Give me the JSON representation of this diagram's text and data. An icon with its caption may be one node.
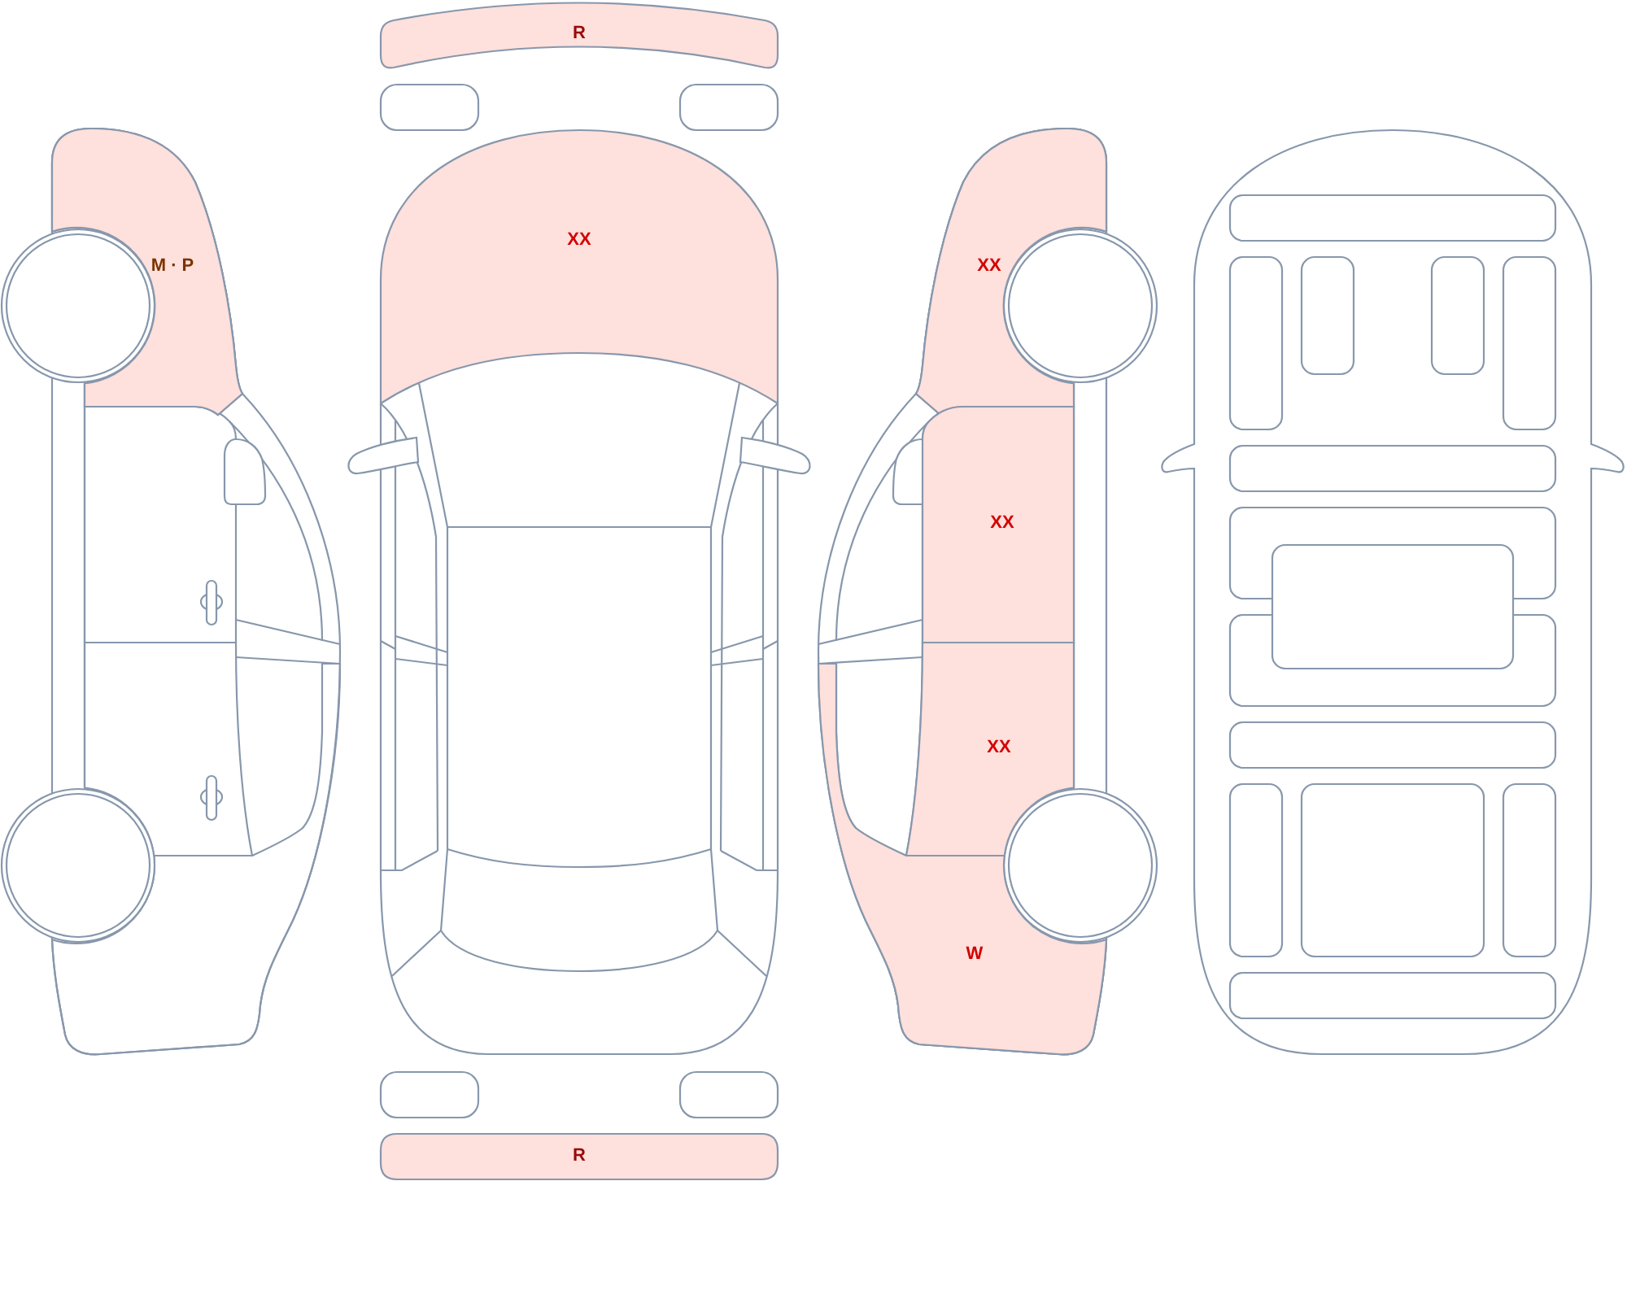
{
  "diagram": {
    "nodes": [
      {
        "text": [
          "R"
        ]
      },
      {
        "text": [
          "XX"
        ]
      },
      {
        "text": [
          "M · P"
        ]
      },
      {
        "text": [
          "XX"
        ]
      },
      {
        "text": [
          "XX"
        ]
      },
      {
        "text": [
          "XX"
        ]
      },
      {
        "text": [
          "W"
        ]
      },
      {
        "text": [
          "R"
        ]
      }
    ]
  }
}
